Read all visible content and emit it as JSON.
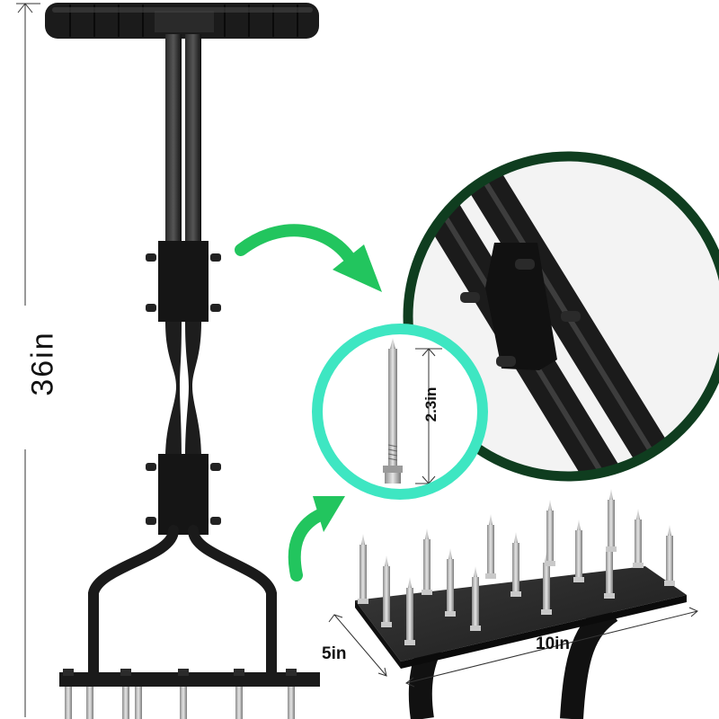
{
  "dimensions": {
    "height_label": "36in",
    "spike_length_label": "2.3in",
    "plate_width_label": "5in",
    "plate_length_label": "10in"
  },
  "colors": {
    "metal": "#1a1a1a",
    "arrow_green": "#22c55e",
    "zoom_ring_dark": "#0f3d1f",
    "zoom_ring_teal": "#3ee6c2",
    "spike_silver": "#b8b8b8"
  },
  "icons": [
    "curved-arrow-icon",
    "curved-arrow-icon"
  ]
}
